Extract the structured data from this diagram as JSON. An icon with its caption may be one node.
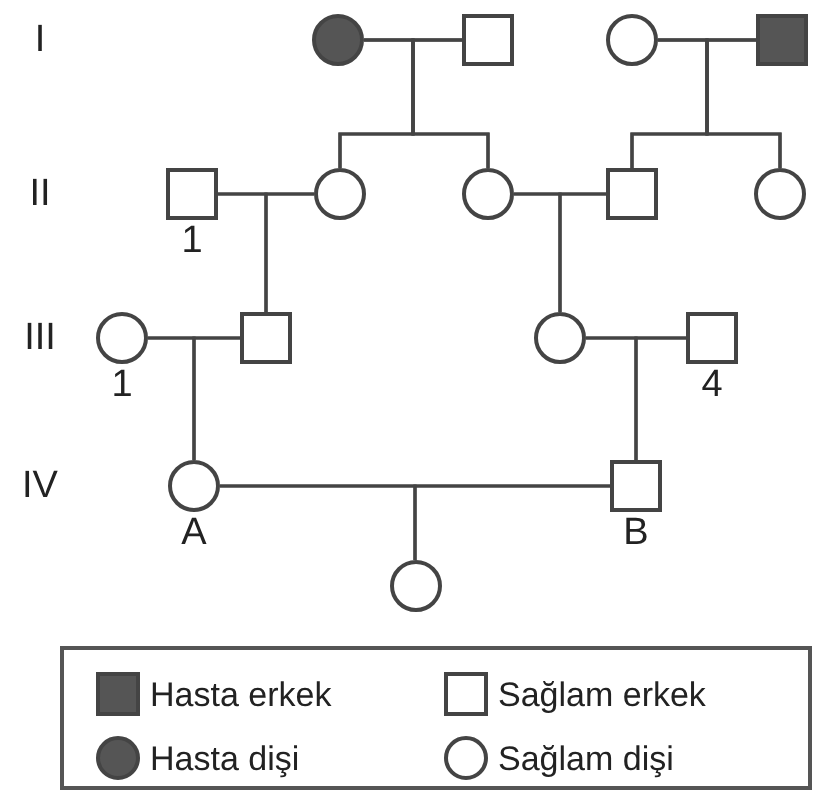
{
  "diagram": {
    "nodes": [
      {
        "text": [],
        "shape": "filled-circle"
      },
      {
        "text": [],
        "shape": "box"
      },
      {
        "text": [],
        "shape": "circle"
      },
      {
        "text": [],
        "shape": "filled-box"
      },
      {
        "text": [],
        "shape": "box",
        "beside": [
          "1"
        ]
      },
      {
        "text": [],
        "shape": "circle"
      },
      {
        "text": [],
        "shape": "circle"
      },
      {
        "text": [],
        "shape": "box"
      },
      {
        "text": [],
        "shape": "circle"
      },
      {
        "text": [],
        "shape": "circle",
        "beside": [
          "1"
        ]
      },
      {
        "text": [],
        "shape": "box"
      },
      {
        "text": [],
        "shape": "circle"
      },
      {
        "text": [],
        "shape": "box",
        "beside": [
          "4"
        ]
      },
      {
        "text": [],
        "shape": "circle",
        "beside": [
          "A"
        ]
      },
      {
        "text": [],
        "shape": "box",
        "beside": [
          "B"
        ]
      },
      {
        "text": [],
        "shape": "circle"
      }
    ],
    "edges": [
      {
        "from": 0,
        "to": 1,
        "arrow": "none"
      },
      {
        "from": 0,
        "to": 5,
        "arrow": "none"
      },
      {
        "from": 1,
        "to": 5,
        "arrow": "none"
      },
      {
        "from": 0,
        "to": 6,
        "arrow": "none"
      },
      {
        "from": 1,
        "to": 6,
        "arrow": "none"
      },
      {
        "from": 2,
        "to": 3,
        "arrow": "none"
      },
      {
        "from": 2,
        "to": 7,
        "arrow": "none"
      },
      {
        "from": 3,
        "to": 7,
        "arrow": "none"
      },
      {
        "from": 2,
        "to": 8,
        "arrow": "none"
      },
      {
        "from": 3,
        "to": 8,
        "arrow": "none"
      },
      {
        "from": 4,
        "to": 5,
        "arrow": "none"
      },
      {
        "from": 4,
        "to": 10,
        "arrow": "none"
      },
      {
        "from": 5,
        "to": 10,
        "arrow": "none"
      },
      {
        "from": 6,
        "to": 7,
        "arrow": "none"
      },
      {
        "from": 6,
        "to": 11,
        "arrow": "none"
      },
      {
        "from": 7,
        "to": 11,
        "arrow": "none"
      },
      {
        "from": 9,
        "to": 10,
        "arrow": "none"
      },
      {
        "from": 9,
        "to": 13,
        "arrow": "none"
      },
      {
        "from": 10,
        "to": 13,
        "arrow": "none"
      },
      {
        "from": 11,
        "to": 12,
        "arrow": "none"
      },
      {
        "from": 11,
        "to": 14,
        "arrow": "none"
      },
      {
        "from": 12,
        "to": 14,
        "arrow": "none"
      },
      {
        "from": 13,
        "to": 14,
        "arrow": "none"
      },
      {
        "from": 13,
        "to": 15,
        "arrow": "none"
      },
      {
        "from": 14,
        "to": 15,
        "arrow": "none"
      }
    ],
    "labels": [
      "I",
      "II",
      "III",
      "IV"
    ],
    "legend": [
      {
        "text": "Hasta erkek"
      },
      {
        "text": "Sağlam erkek"
      },
      {
        "text": "Hasta dişi"
      },
      {
        "text": "Sağlam dişi"
      }
    ]
  }
}
